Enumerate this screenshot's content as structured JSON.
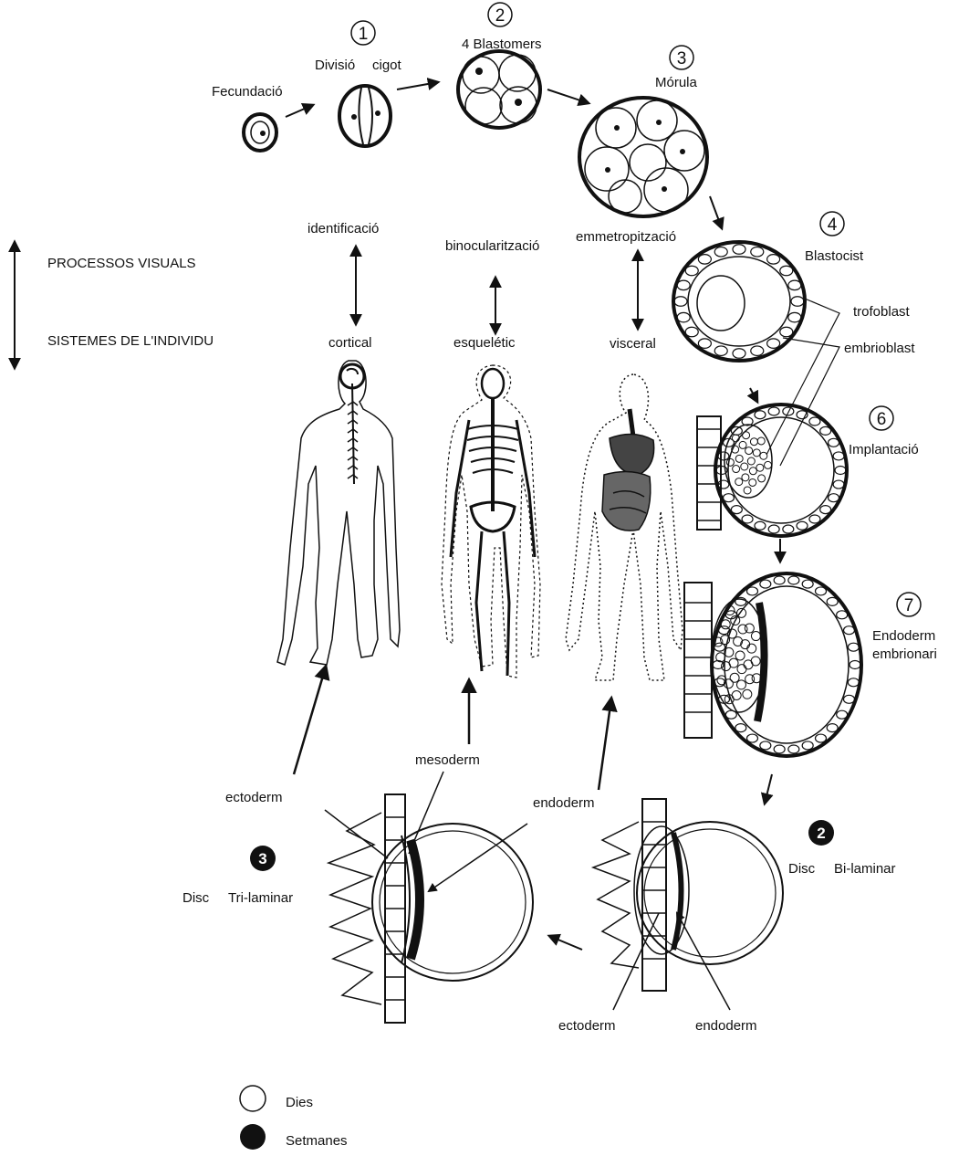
{
  "stages": {
    "fecundacio": "Fecundació",
    "divisio_num": "1",
    "divisio_label_a": "Divisió",
    "divisio_label_b": "cigot",
    "blastomers_num": "2",
    "blastomers_label": "4 Blastomers",
    "morula_num": "3",
    "morula_label": "Mórula",
    "blastocist_num": "4",
    "blastocist_label": "Blastocist",
    "trofoblast": "trofoblast",
    "embrioblast": "embrioblast",
    "implantacio_num": "6",
    "implantacio_label": "Implantació",
    "endoderm_emb_num": "7",
    "endoderm_emb_label_a": "Endoderm",
    "endoderm_emb_label_b": "embrionari"
  },
  "processes": {
    "identificacio": "identificació",
    "binocularitzacio": "binocularització",
    "emmetropitzacio": "emmetropització"
  },
  "legend_axis": {
    "processos": "PROCESSOS VISUALS",
    "sistemes": "SISTEMES DE L'INDIVIDU"
  },
  "systems": {
    "cortical": "cortical",
    "esqueletic": "esquelétic",
    "visceral": "visceral"
  },
  "layers": {
    "ectoderm": "ectoderm",
    "mesoderm": "mesoderm",
    "endoderm": "endoderm",
    "ectoderm_bottom": "ectoderm",
    "endoderm_bottom": "endoderm"
  },
  "discs": {
    "bilaminar_num": "2",
    "bilaminar_label_a": "Disc",
    "bilaminar_label_b": "Bi-laminar",
    "trilaminar_num": "3",
    "trilaminar_label_a": "Disc",
    "trilaminar_label_b": "Tri-laminar"
  },
  "legend": {
    "dies": "Dies",
    "setmanes": "Setmanes"
  }
}
